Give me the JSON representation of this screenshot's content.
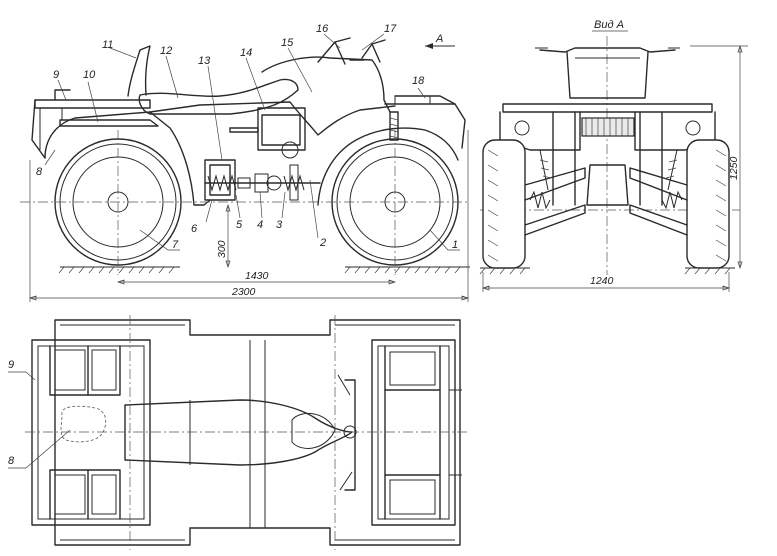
{
  "figure": {
    "view_a_title": "Вид А",
    "view_arrow_letter": "А"
  },
  "callouts": {
    "side": [
      "1",
      "2",
      "3",
      "4",
      "5",
      "6",
      "7",
      "8",
      "9",
      "10",
      "11",
      "12",
      "13",
      "14",
      "15",
      "16",
      "17",
      "18"
    ],
    "top": [
      "9",
      "8"
    ]
  },
  "dimensions": {
    "wheelbase": "1430",
    "overall_length": "2300",
    "ground_clearance": "300",
    "overall_width": "1240",
    "overall_height": "1250"
  }
}
